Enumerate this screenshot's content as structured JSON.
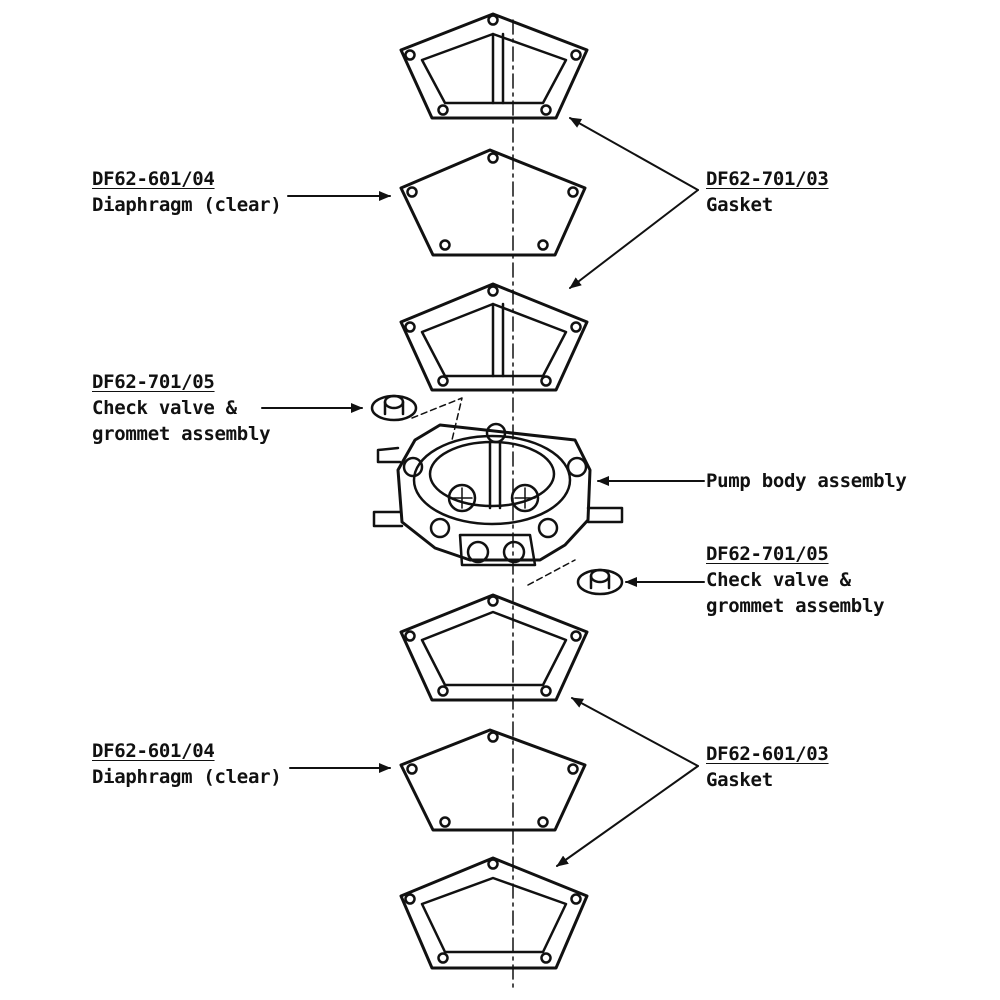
{
  "labels": {
    "diaphragm_top": {
      "part": "DF62-601/04",
      "lines": [
        "Diaphragm (clear)"
      ]
    },
    "gasket_top": {
      "part": "DF62-701/03",
      "lines": [
        "Gasket"
      ]
    },
    "check_valve_left": {
      "part": "DF62-701/05",
      "lines": [
        "Check valve &",
        "grommet assembly"
      ]
    },
    "pump_body": {
      "lines": [
        "Pump body assembly"
      ]
    },
    "check_valve_right": {
      "part": "DF62-701/05",
      "lines": [
        "Check valve &",
        "grommet assembly"
      ]
    },
    "diaphragm_bottom": {
      "part": "DF62-601/04",
      "lines": [
        "Diaphragm (clear)"
      ]
    },
    "gasket_bottom": {
      "part": "DF62-601/03",
      "lines": [
        "Gasket"
      ]
    }
  },
  "colors": {
    "ink": "#111111",
    "paper": "#ffffff"
  }
}
